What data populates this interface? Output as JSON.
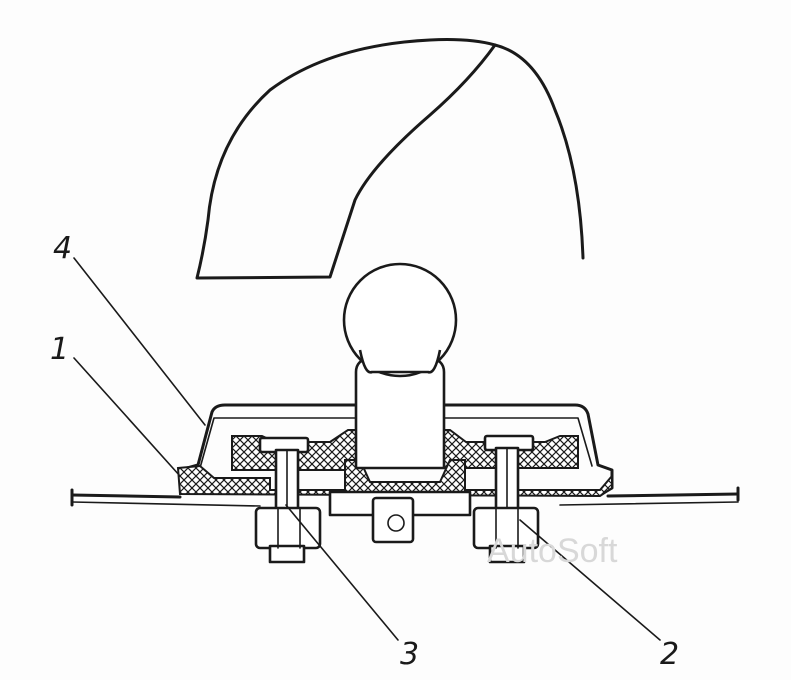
{
  "callouts": [
    {
      "id": "1",
      "label": "1"
    },
    {
      "id": "2",
      "label": "2"
    },
    {
      "id": "3",
      "label": "3"
    },
    {
      "id": "4",
      "label": "4"
    }
  ],
  "watermark": "AutoSoft",
  "colors": {
    "ink": "#1a1a1a",
    "paper": "#fdfdfd",
    "watermark": "#d8d8d8"
  }
}
